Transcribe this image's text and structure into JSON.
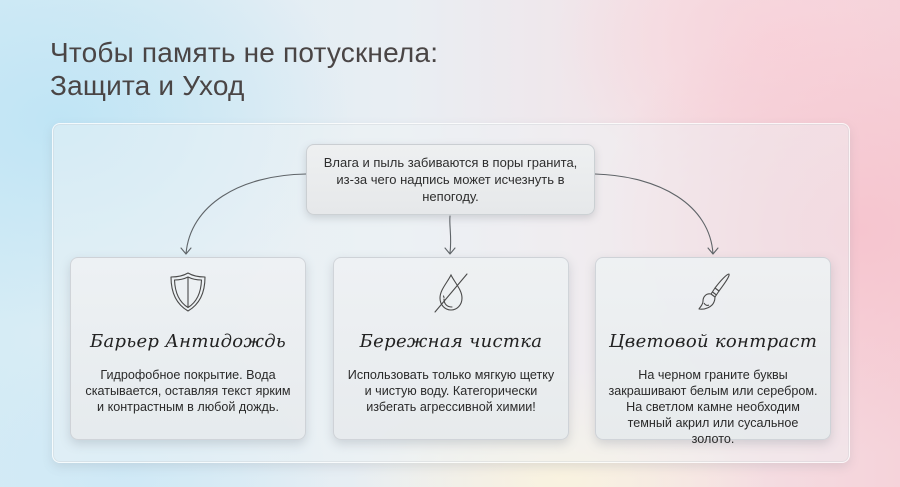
{
  "title": {
    "line1": "Чтобы память не потускнела:",
    "line2": "Защита и Уход"
  },
  "diagram": {
    "root": {
      "text": "Влага и пыль забиваются в поры гранита, из-за чего надпись может исчезнуть в непогоду."
    },
    "cards": [
      {
        "icon": "shield-icon",
        "heading": "Барьер Антидождь",
        "description": "Гидрофобное покрытие. Вода скатывается, оставляя текст ярким и контрастным в любой дождь."
      },
      {
        "icon": "no-water-drop-icon",
        "heading": "Бережная чистка",
        "description": "Использовать только мягкую щетку и чистую воду. Категорически избегать агрессивной химии!"
      },
      {
        "icon": "paintbrush-icon",
        "heading": "Цветовой контраст",
        "description": "На черном граните буквы закрашивают белым или серебром. На светлом камне необходим темный акрил или сусальное золото."
      }
    ]
  },
  "colors": {
    "title": "#4a4545",
    "text": "#2e2e2e",
    "arrow": "#5f6468",
    "bg_left": "#d6ecf5",
    "bg_right": "#f5d3da"
  }
}
